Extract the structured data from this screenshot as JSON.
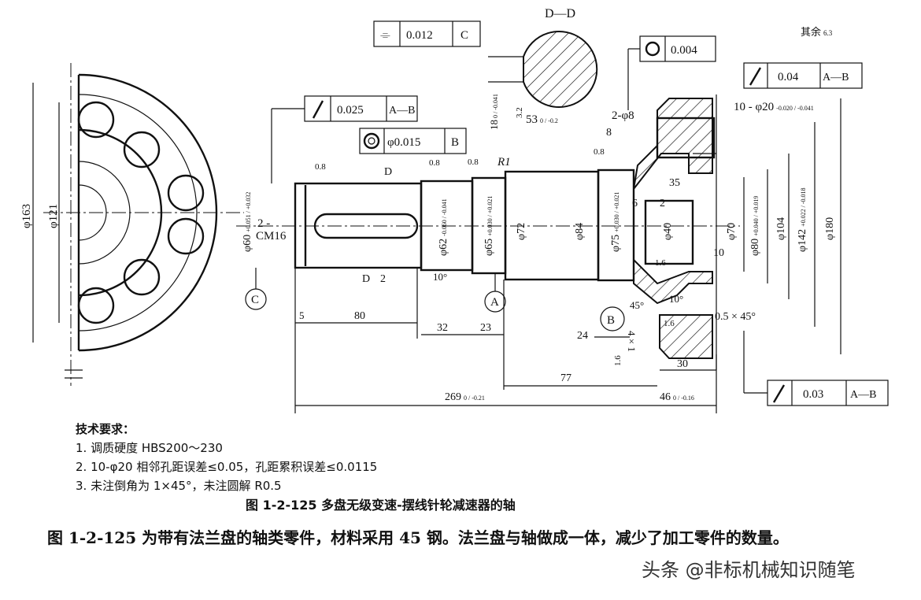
{
  "drawing": {
    "section_label": "D—D",
    "surface_rest": "其余",
    "surface_rest_value": "6.3",
    "fcf_symmetry": {
      "value": "0.012",
      "datum": "C"
    },
    "fcf_runout_1": {
      "value": "0.025",
      "datum": "A—B"
    },
    "fcf_concentric": {
      "value": "φ0.015",
      "datum": "B"
    },
    "fcf_roundness": {
      "value": "0.004"
    },
    "fcf_runout_2": {
      "value": "0.04",
      "datum": "A—B"
    },
    "fcf_runout_3": {
      "value": "0.03",
      "datum": "A—B"
    },
    "dims": {
      "d163": "φ163",
      "d121": "φ121",
      "key_width": "18",
      "key_width_tol": "0 / -0.041",
      "key_depth": "53",
      "key_depth_tol": "0 / -0.2",
      "rough_32": "3.2",
      "holes_8": "2-φ8",
      "d8": "8",
      "holes_20": "10 - φ20",
      "holes_20_tol": "-0.020 / -0.041",
      "rough_08": "0.8",
      "r1": "R1",
      "d_mark": "D",
      "thread_1": "2 -",
      "thread_2": "CM16",
      "d60": "φ60",
      "d60_tol": "+0.051 / +0.032",
      "d62": "φ62",
      "d62_tol": "-0.060 / -0.041",
      "d65": "φ65",
      "d65_tol": "+0.030 / +0.021",
      "d72": "φ72",
      "d84": "φ84",
      "d75": "φ75",
      "d75_tol": "+0.030 / +0.021",
      "d40": "φ40",
      "d70": "φ70",
      "d80": "φ80",
      "d80_tol": "+0.040 / +0.019",
      "d104": "φ104",
      "d142": "φ142",
      "d142_tol": "+0.022 / -0.018",
      "d180": "φ180",
      "l35": "35",
      "l6": "6",
      "l2": "2",
      "l10": "10",
      "angle10": "10°",
      "angle10b": "10°",
      "rough_16": "1.6",
      "angle45": "45°",
      "chamfer": "0.5 × 45°",
      "groove": "4 × 1",
      "d2": "2",
      "l5": "5",
      "l80": "80",
      "l32": "32",
      "l23": "23",
      "l24": "24",
      "l30": "30",
      "l77": "77",
      "l269": "269",
      "l269_tol": "0 / -0.21",
      "l46": "46",
      "l46_tol": "0 / -0.16",
      "datum_a": "A",
      "datum_b": "B",
      "datum_c": "C"
    }
  },
  "notes": {
    "title": "技术要求：",
    "items": [
      "1. 调质硬度 HBS200～230",
      "2. 10-φ20 相邻孔距误差≤0.05，孔距累积误差≤0.0115",
      "3. 未注倒角为 1×45°，未注圆解 R0.5"
    ]
  },
  "caption": "图 1-2-125   多盘无级变速-摆线针轮减速器的轴",
  "paragraph": "图 1-2-125 为带有法兰盘的轴类零件，材料采用 45 钢。法兰盘与轴做成一体，减少了加工零件的数量。",
  "watermark": "头条 @非标机械知识随笔"
}
